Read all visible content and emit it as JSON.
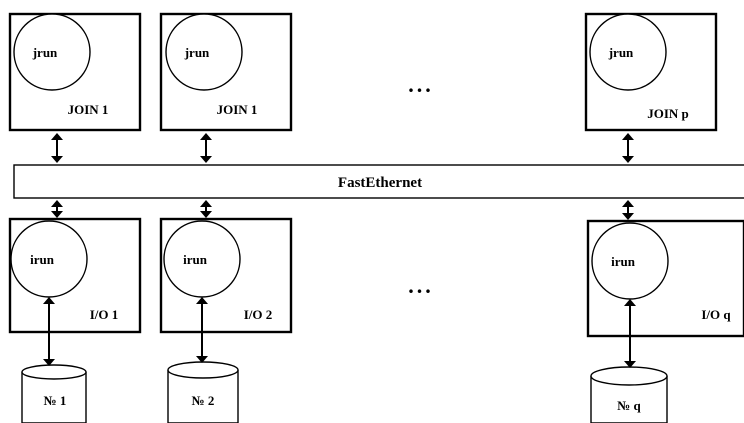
{
  "network": {
    "label": "FastEthernet"
  },
  "join_nodes": [
    {
      "process": "jrun",
      "label": "JOIN 1"
    },
    {
      "process": "jrun",
      "label": "JOIN 1"
    },
    {
      "process": "jrun",
      "label": "JOIN p"
    }
  ],
  "io_nodes": [
    {
      "process": "irun",
      "label": "I/O 1"
    },
    {
      "process": "irun",
      "label": "I/O 2"
    },
    {
      "process": "irun",
      "label": "I/O q"
    }
  ],
  "disks": [
    {
      "label": "№ 1"
    },
    {
      "label": "№ 2"
    },
    {
      "label": "№ q"
    }
  ],
  "ellipsis": {
    "top": "...",
    "bottom": "..."
  }
}
